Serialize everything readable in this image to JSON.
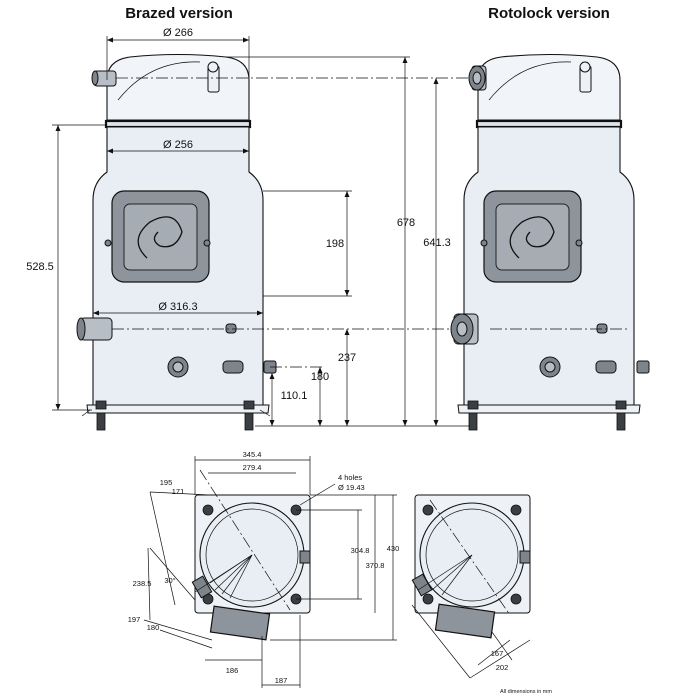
{
  "titles": {
    "brazed": "Brazed version",
    "rotolock": "Rotolock version"
  },
  "dimensions": {
    "dia_266": "Ø 266",
    "dia_256": "Ø 256",
    "dia_316": "Ø 316.3",
    "h_528": "528.5",
    "h_198": "198",
    "h_678": "678",
    "h_641": "641.3",
    "h_237": "237",
    "h_180": "180",
    "h_110": "110.1"
  },
  "plan": {
    "w_345": "345.4",
    "w_279": "279.4",
    "holes_line1": "4 holes",
    "holes_line2": "Ø 19.43",
    "d_195": "195",
    "d_171": "171",
    "h_304": "304.8",
    "h_370": "370.8",
    "h_430": "430",
    "ang_30": "30°",
    "d_238": "238.5",
    "d_197": "197",
    "d_180": "180",
    "d_186": "186",
    "d_187": "187",
    "d_167": "167",
    "d_202": "202"
  },
  "footnote": "All dimensions in mm",
  "colors": {
    "body": "#e9eef4",
    "terminal_box": "#8e949c",
    "fittings": "#7e848c",
    "lines": "#111111"
  }
}
